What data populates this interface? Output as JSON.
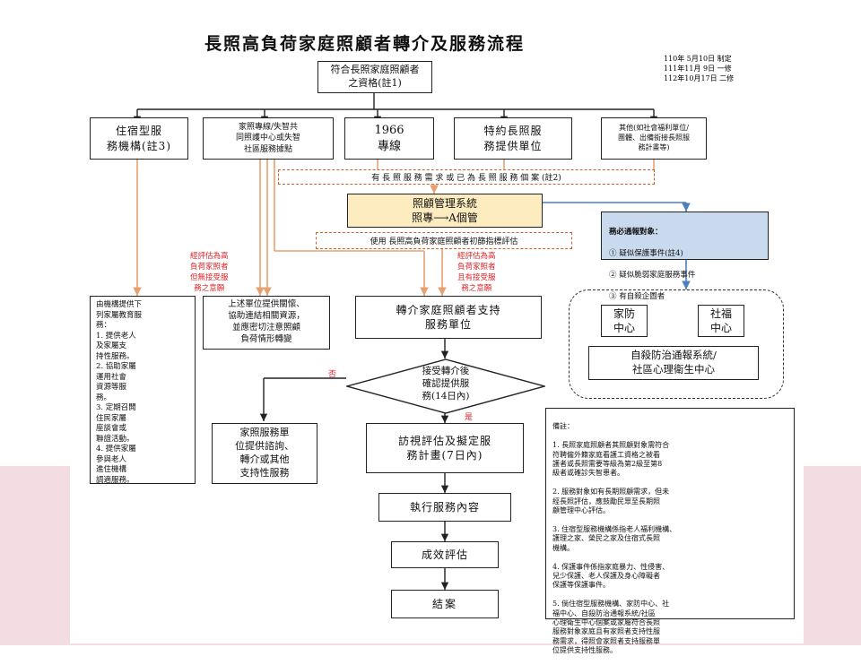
{
  "title": "長照高負荷家庭照顧者轉介及服務流程",
  "revisions": [
    "110年 5月10日 制定",
    "111年11月 9日 一修",
    "112年10月17日 二修"
  ],
  "nodes": {
    "eligible": "符合長照家庭照顧者\n之資格(註1)",
    "residential": "住宿型服\n務機構(註3)",
    "caregiver_support": "家照專線/失智共\n同照護中心或失智\n社區服務據點",
    "hotline": "1966\n專線",
    "contracted": "特約長照服\n務提供單位",
    "others": "其他(如社會福利單位/\n團體、出備銜接長照服\n務計畫等)",
    "need_case": "有 長 照 服 務 需 求 或 已 為 長 照 服 務 個 案 (註2)",
    "care_mgmt": "照顧管理系統\n照專⟶A個管",
    "screening_tool": "使用 長照高負荷家庭照顧者初篩指標評估",
    "report_title": "務必通報對象：",
    "report_items": [
      "①  疑似保護事件(註4)",
      "②  疑似脆弱家庭服務事件",
      "③  有自殺企圖者"
    ],
    "left_red": "經評估為高\n負荷家照者\n但無接受服\n務之意願",
    "mid_red": "經評估為高\n負荷家照者\n且有接受服\n務之意願",
    "facility_services": "由機構提供下\n列家屬教育服\n務：\n1.  提供老人\n    及家屬支\n    持性服務。\n2.  協助家屬\n    運用社會\n    資源等服\n    務。\n3.  定期召開\n    住民家屬\n    座談會或\n    聯誼活動。\n4.  提供家屬\n    參與老人\n    進住機構\n    調適服務。",
    "above_units": "上述單位提供關懷、\n協助連結相關資源，\n並應密切注意照顧\n負荷情形轉變",
    "referral": "轉介家庭照顧者支持\n服務單位",
    "family_center": "家防\n中心",
    "social_center": "社福\n中心",
    "suicide_system": "自殺防治通報系統/\n社區心理衛生中心",
    "decision": "接受轉介後\n確認提供服\n務(14日內)",
    "no": "否",
    "yes": "是",
    "consult": "家照服務單\n位提供諮詢、\n轉介或其他\n支持性服務",
    "visit": "訪視評估及擬定服\n務計畫(7日內)",
    "execute": "執行服務內容",
    "evaluate": "成效評估",
    "close": "結案",
    "notes_title": "備註：",
    "notes": [
      "1.  長照家庭照顧者其照顧對象需符合\n    符聘僱外籍家庭看護工資格之被看\n    護者或長照需要等級為第2級至第8\n    級者或確診失智患者。",
      "2.  服務對象如有長期照顧需求，但未\n    經長照評估，應鼓勵民眾至長期照\n    顧管理中心評估。",
      "3.  住宿型服務機構係指老人福利機構、\n    護理之家、榮民之家及住宿式長照\n    機構。",
      "4.  保護事件係指家庭暴力、性侵害、\n    兒少保護、老人保護及身心障礙者\n    保護等保護事件。",
      "5.  倘住宿型服務機構、家防中心、社\n    福中心、自殺防治通報系統/社區\n    心理衛生中心個案或家屬符合長照\n    服務對象家庭且有家照者支持性服\n    務需求，得照會家照者支持服務單\n    位提供支持性服務。"
    ]
  },
  "colors": {
    "orange_line": "#e8a070",
    "blue_line": "#4a7fc0",
    "red_text": "#e0242a",
    "care_mgmt_fill": "#fcecc0",
    "report_fill": "#c9d9ee",
    "band": "#f3dde2"
  }
}
